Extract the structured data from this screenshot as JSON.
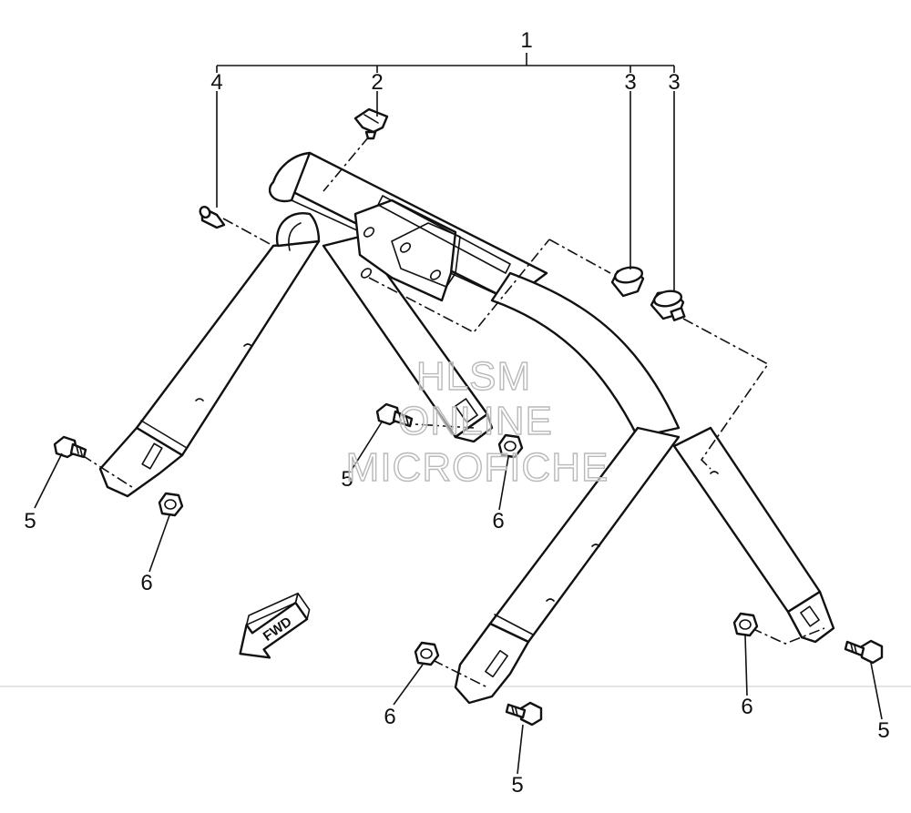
{
  "callouts": [
    {
      "id": "c1",
      "label": "1"
    },
    {
      "id": "c2",
      "label": "2"
    },
    {
      "id": "c3a",
      "label": "3"
    },
    {
      "id": "c3b",
      "label": "3"
    },
    {
      "id": "c4",
      "label": "4"
    },
    {
      "id": "c5a",
      "label": "5"
    },
    {
      "id": "c5b",
      "label": "5"
    },
    {
      "id": "c5c",
      "label": "5"
    },
    {
      "id": "c5d",
      "label": "5"
    },
    {
      "id": "c6a",
      "label": "6"
    },
    {
      "id": "c6b",
      "label": "6"
    },
    {
      "id": "c6c",
      "label": "6"
    },
    {
      "id": "c6d",
      "label": "6"
    }
  ],
  "direction_arrow": {
    "label": "FWD",
    "icon": "forward-arrow-icon"
  },
  "watermark": {
    "lines": [
      "HLSM",
      "ONLINE",
      "MICROFICHE"
    ]
  },
  "colors": {
    "line": "#111111",
    "watermark": "#b9b9b9",
    "background": "#ffffff"
  }
}
